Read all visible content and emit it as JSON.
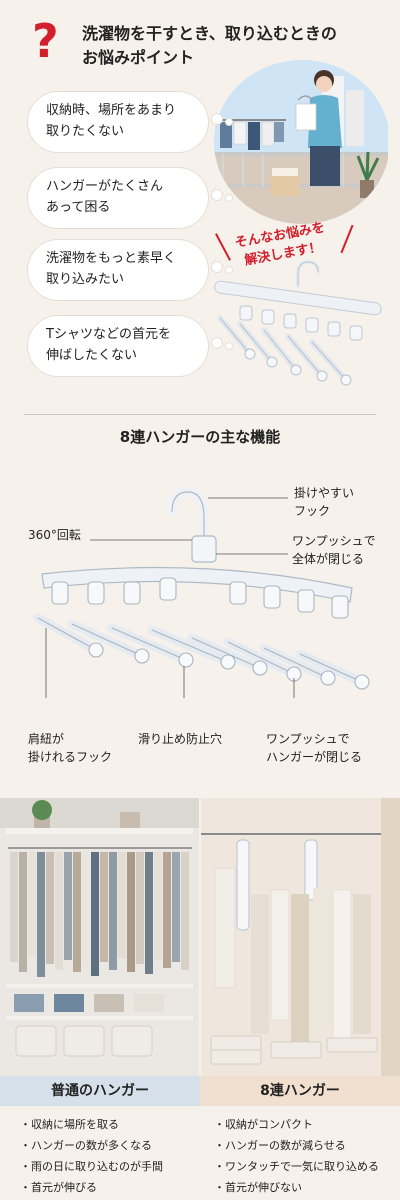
{
  "header": {
    "question_mark": "?",
    "title_line1": "洗濯物を干すとき、取り込むときの",
    "title_line2": "お悩みポイント"
  },
  "worries": [
    {
      "line1": "収納時、場所をあまり",
      "line2": "取りたくない"
    },
    {
      "line1": "ハンガーがたくさん",
      "line2": "あって困る"
    },
    {
      "line1": "洗濯物をもっと素早く",
      "line2": "取り込みたい"
    },
    {
      "line1": "Tシャツなどの首元を",
      "line2": "伸ばしたくない"
    }
  ],
  "callout": {
    "line1": "そんなお悩みを",
    "line2": "解決します！"
  },
  "features": {
    "title": "8連ハンガーの主な機能",
    "hook": {
      "line1": "掛けやすい",
      "line2": "フック"
    },
    "rotate": "360°回転",
    "push_close_all": {
      "line1": "ワンプッシュで",
      "line2": "全体が閉じる"
    },
    "shoulder_hook": {
      "line1": "肩紐が",
      "line2": "掛けれるフック"
    },
    "anti_slip": "滑り止め防止穴",
    "push_close_hangers": {
      "line1": "ワンプッシュで",
      "line2": "ハンガーが閉じる"
    }
  },
  "comparison": {
    "normal": {
      "label": "普通のハンガー",
      "points": [
        "・収納に場所を取る",
        "・ハンガーの数が多くなる",
        "・雨の日に取り込むのが手間",
        "・首元が伸びる"
      ]
    },
    "eight": {
      "label": "8連ハンガー",
      "points": [
        "・収納がコンパクト",
        "・ハンガーの数が減らせる",
        "・ワンタッチで一気に取り込める",
        "・首元が伸びない"
      ]
    }
  },
  "colors": {
    "accent_red": "#d21f2b",
    "background": "#f7f1eb",
    "normal_caption": "#d6e0ea",
    "eight_caption": "#f1dfcf"
  }
}
